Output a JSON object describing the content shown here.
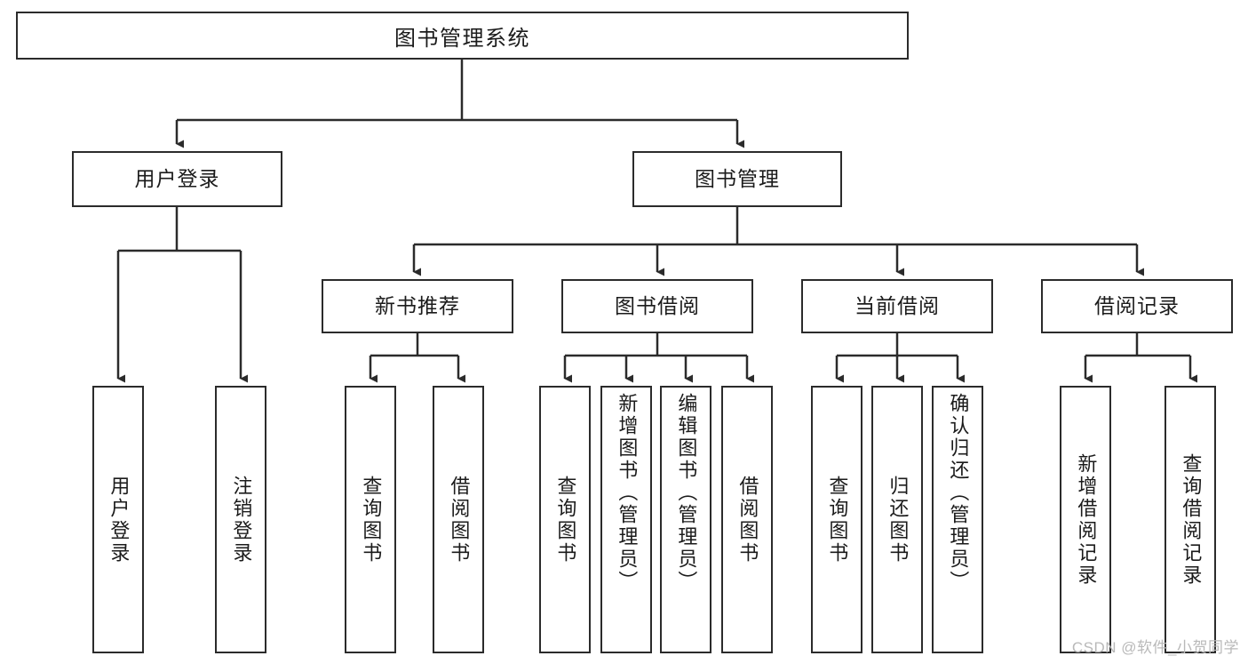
{
  "diagram": {
    "title": "图书管理系统",
    "type": "hierarchy-tree",
    "root": {
      "id": "root",
      "label": "图书管理系统"
    },
    "level2": [
      {
        "id": "user-login",
        "label": "用户登录"
      },
      {
        "id": "book-manage",
        "label": "图书管理"
      }
    ],
    "level3": [
      {
        "id": "new-book-rec",
        "label": "新书推荐"
      },
      {
        "id": "book-borrow",
        "label": "图书借阅"
      },
      {
        "id": "current-borrow",
        "label": "当前借阅"
      },
      {
        "id": "borrow-record",
        "label": "借阅记录"
      }
    ],
    "leaves": [
      {
        "id": "leaf-user-login",
        "label": "用户登录",
        "parent": "user-login"
      },
      {
        "id": "leaf-logout",
        "label": "注销登录",
        "parent": "user-login"
      },
      {
        "id": "leaf-query-book-1",
        "label": "查询图书",
        "parent": "new-book-rec"
      },
      {
        "id": "leaf-borrow-book-1",
        "label": "借阅图书",
        "parent": "new-book-rec"
      },
      {
        "id": "leaf-query-book-2",
        "label": "查询图书",
        "parent": "book-borrow"
      },
      {
        "id": "leaf-add-book",
        "label": "新增图书（管理员）",
        "parent": "book-borrow"
      },
      {
        "id": "leaf-edit-book",
        "label": "编辑图书（管理员）",
        "parent": "book-borrow"
      },
      {
        "id": "leaf-borrow-book-2",
        "label": "借阅图书",
        "parent": "book-borrow"
      },
      {
        "id": "leaf-query-book-3",
        "label": "查询图书",
        "parent": "current-borrow"
      },
      {
        "id": "leaf-return-book",
        "label": "归还图书",
        "parent": "current-borrow"
      },
      {
        "id": "leaf-confirm-return",
        "label": "确认归还（管理员）",
        "parent": "current-borrow"
      },
      {
        "id": "leaf-add-record",
        "label": "新增借阅记录",
        "parent": "borrow-record"
      },
      {
        "id": "leaf-query-record",
        "label": "查询借阅记录",
        "parent": "borrow-record"
      }
    ]
  },
  "watermark": {
    "text": "CSDN @软件_小贺同学"
  },
  "colors": {
    "box_border": "#2b2b2b",
    "box_fill": "#ffffff",
    "line": "#2b2b2b",
    "text": "#1b1b1b",
    "watermark": "#b9b9b9",
    "background": "#ffffff"
  }
}
